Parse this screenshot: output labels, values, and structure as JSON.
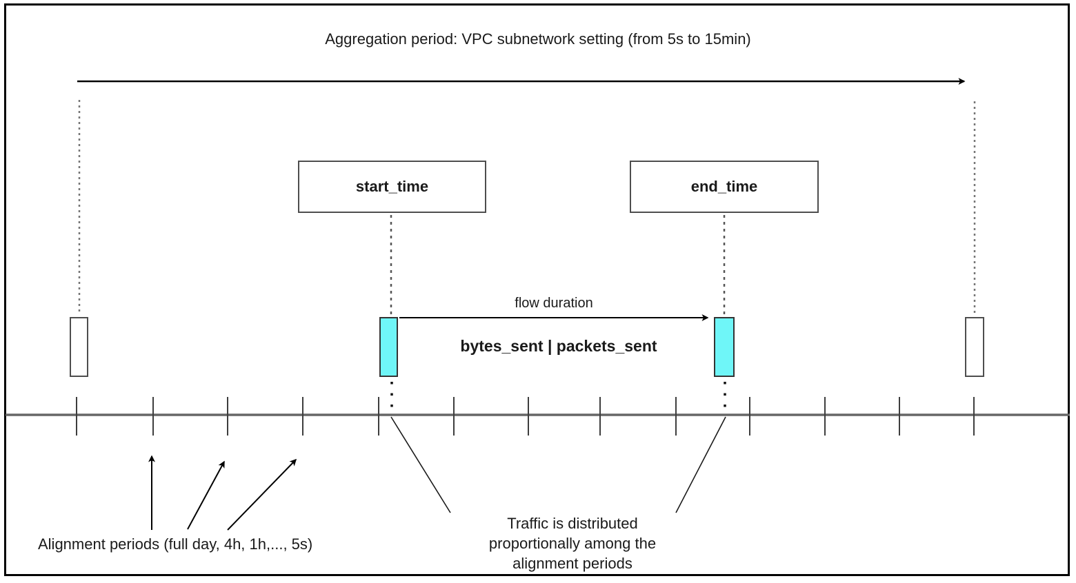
{
  "title": "Aggregation period: VPC subnetwork setting (from 5s to 15min)",
  "boxes": {
    "start_label": "start_time",
    "end_label": "end_time"
  },
  "flow": {
    "duration_label": "flow duration",
    "metrics_label": "bytes_sent | packets_sent"
  },
  "annotations": {
    "alignment_periods": "Alignment periods (full day, 4h, 1h,..., 5s)",
    "traffic_line1": "Traffic is distributed",
    "traffic_line2": "proportionally among the",
    "traffic_line3": "alignment periods"
  },
  "colors": {
    "highlight_cyan": "#6FF6F8",
    "timeline_gray": "#666666",
    "dashed_gray": "#757575",
    "ink_black": "#000000"
  }
}
